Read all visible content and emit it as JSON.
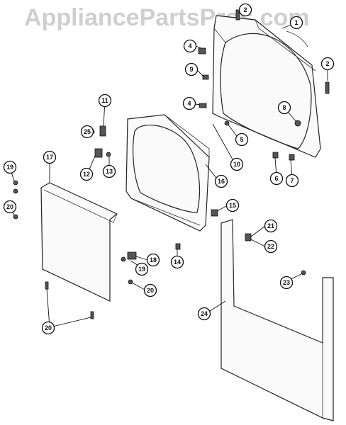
{
  "watermark": "AppliancePartsPros.com",
  "callouts": [
    "1",
    "2",
    "2",
    "4",
    "4",
    "5",
    "6",
    "7",
    "8",
    "9",
    "10",
    "11",
    "12",
    "13",
    "14",
    "15",
    "16",
    "17",
    "18",
    "19",
    "19",
    "20",
    "20",
    "20",
    "21",
    "22",
    "23",
    "24",
    "25"
  ]
}
